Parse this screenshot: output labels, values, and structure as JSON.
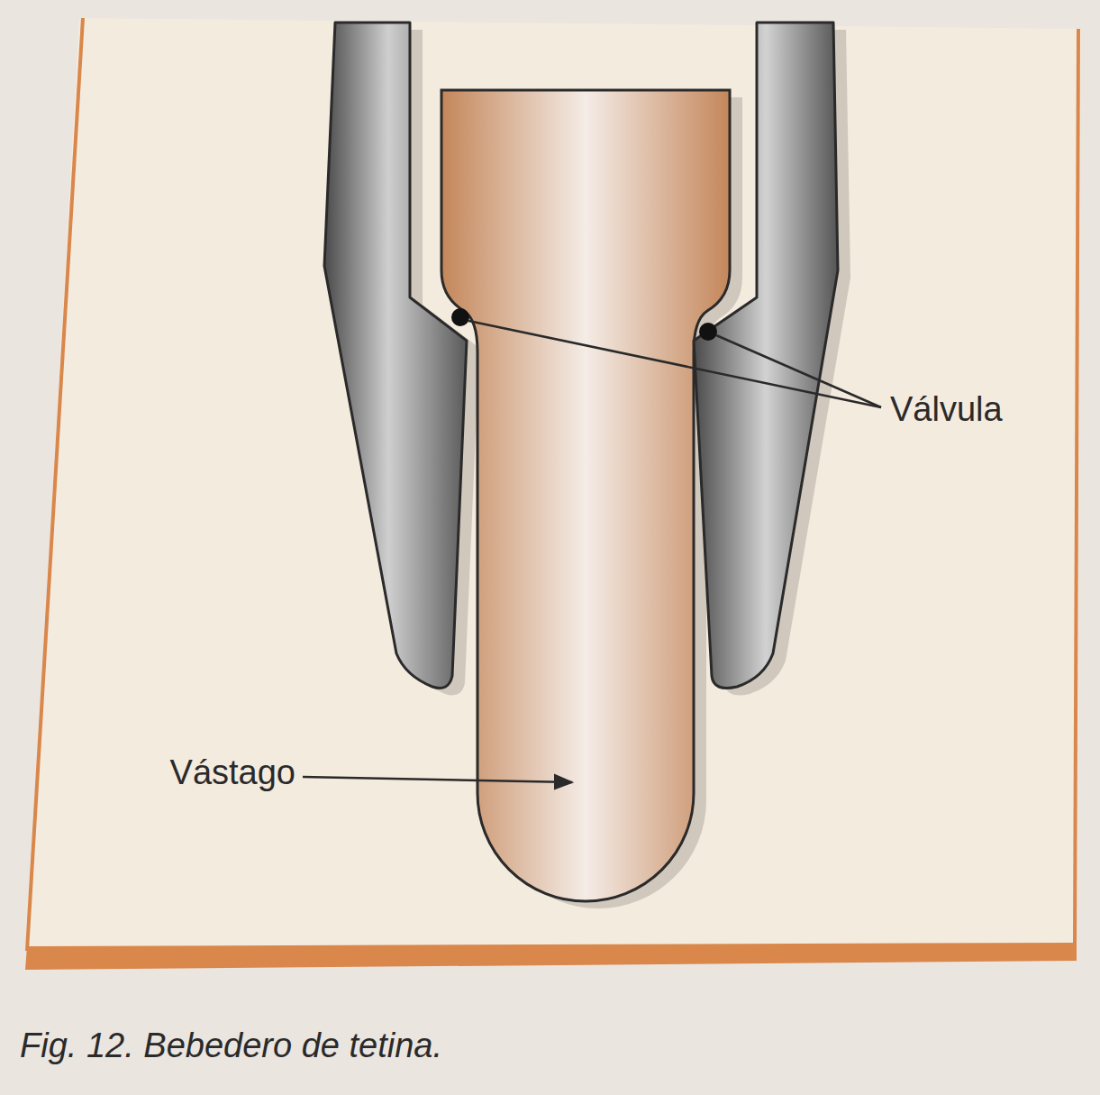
{
  "diagram": {
    "caption": "Fig. 12. Bebedero de tetina.",
    "labels": [
      "Válvula",
      "Vástago"
    ]
  }
}
